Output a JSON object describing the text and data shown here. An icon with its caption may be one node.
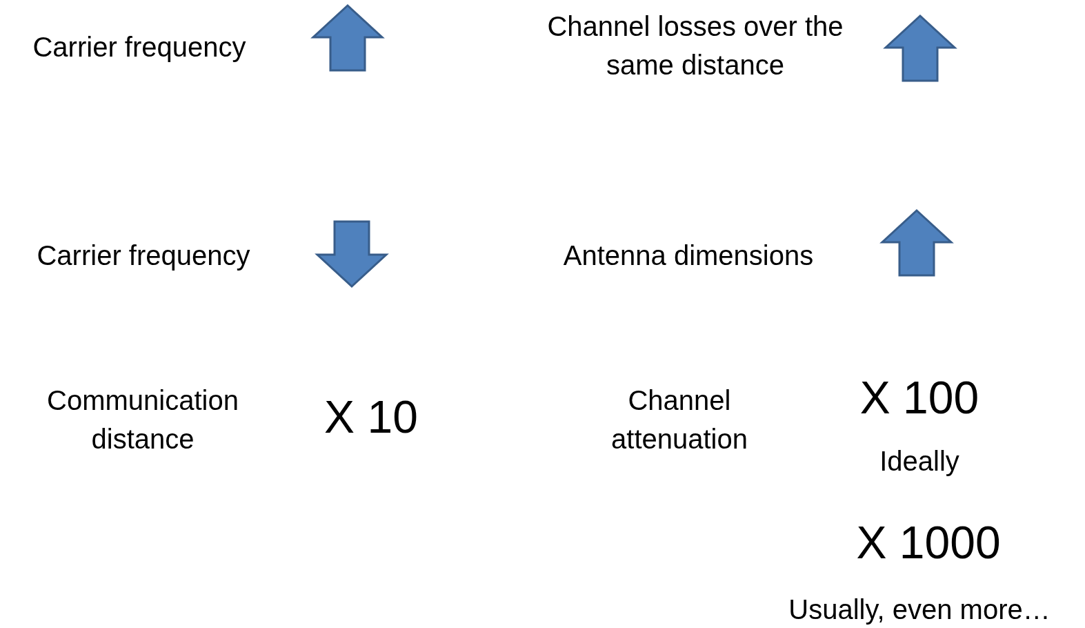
{
  "diagram": {
    "labels": [
      "Carrier frequency",
      "Channel losses over the same distance",
      "Carrier frequency",
      "Antenna dimensions",
      "Communication distance",
      "X 10",
      "Channel attenuation",
      "X 100",
      "Ideally",
      "X 1000",
      "Usually, even more…"
    ]
  }
}
